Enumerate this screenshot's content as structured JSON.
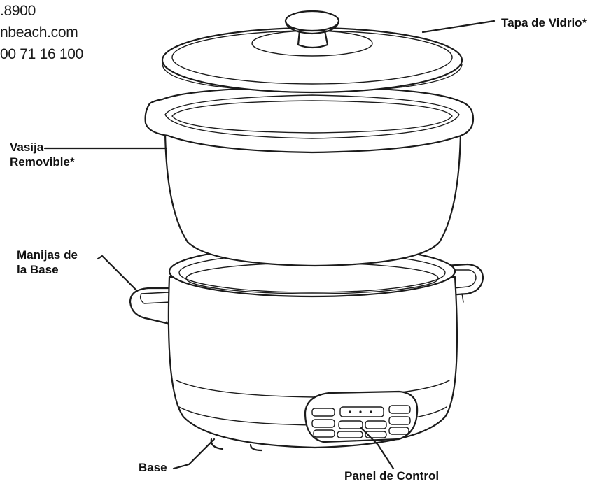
{
  "contact": {
    "lines": [
      ".8900",
      "nbeach.com",
      "00 71 16 100"
    ]
  },
  "labels": {
    "lid": "Tapa de Vidrio*",
    "crock_line1": "Vasija",
    "crock_line2": "Removible*",
    "handles_line1": "Manijas de",
    "handles_line2": "la Base",
    "base": "Base",
    "control_panel": "Panel de Control"
  },
  "icons": [
    "slow-cooker-illustration"
  ]
}
